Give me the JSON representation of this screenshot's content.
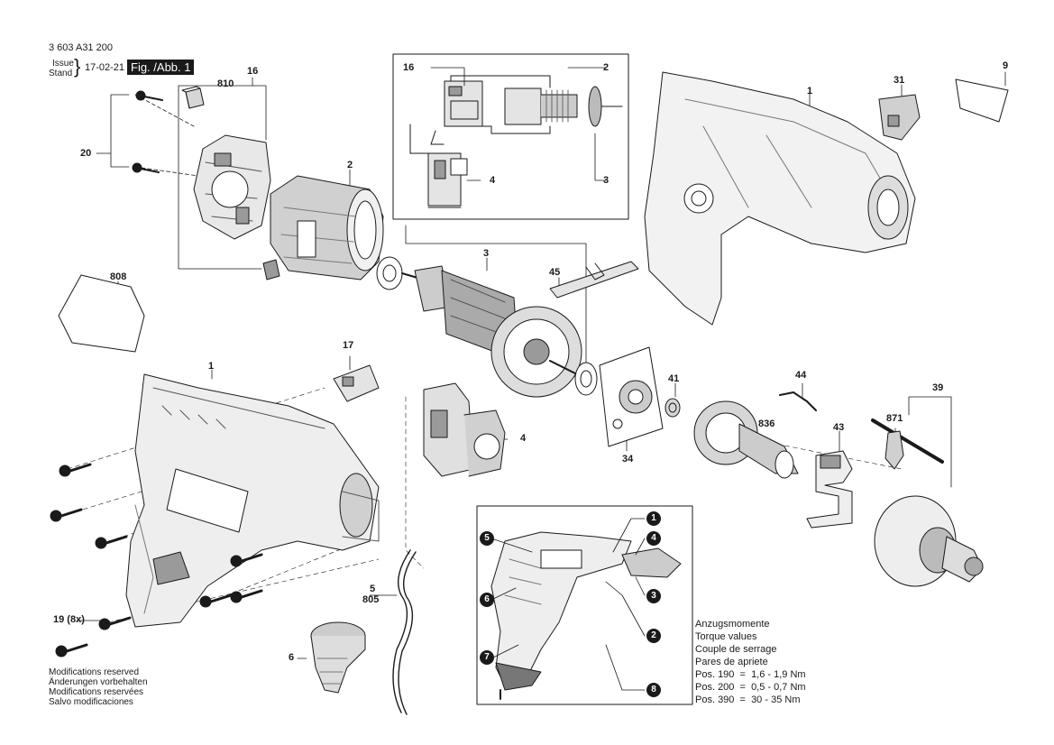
{
  "header": {
    "doc_number": "3 603 A31 200",
    "issue_label": "Issue",
    "stand_label": "Stand",
    "date": "17-02-21",
    "figure_label": "Fig. /Abb. 1"
  },
  "part_numbers": {
    "p1_housing_top": "1",
    "p1_housing_bottom": "1",
    "p2_top": "2",
    "p2_inset": "2",
    "p3_armature": "3",
    "p3_inset": "3",
    "p4_switch": "4",
    "p4_inset": "4",
    "p5": "5",
    "p805": "805",
    "p6": "6",
    "p9": "9",
    "p16_top": "16",
    "p16_inset": "16",
    "p17": "17",
    "p19": "19 (8x)",
    "p20": "20",
    "p31": "31",
    "p34": "34",
    "p39": "39",
    "p41": "41",
    "p43": "43",
    "p44": "44",
    "p45": "45",
    "p808": "808",
    "p810": "810",
    "p836": "836",
    "p871": "871"
  },
  "torque_badges": [
    "1",
    "2",
    "3",
    "4",
    "5",
    "6",
    "7",
    "8"
  ],
  "torque_table": {
    "heading_de": "Anzugsmomente",
    "heading_en": "Torque values",
    "heading_fr": "Couple de serrage",
    "heading_es": "Pares de apriete",
    "row1": "Pos. 190  =  1,6 - 1,9 Nm",
    "row2": "Pos. 200  =  0,5 - 0,7 Nm",
    "row3": "Pos. 390  =  30 - 35 Nm"
  },
  "modifications": {
    "en": "Modifications reserved",
    "de": "Änderungen vorbehalten",
    "fr": "Modifications reservées",
    "es": "Salvo modificaciones"
  },
  "colors": {
    "ink": "#1a1a1a",
    "shade": "#9a9a9a",
    "light": "#d6d6d6",
    "paper": "#ffffff"
  }
}
